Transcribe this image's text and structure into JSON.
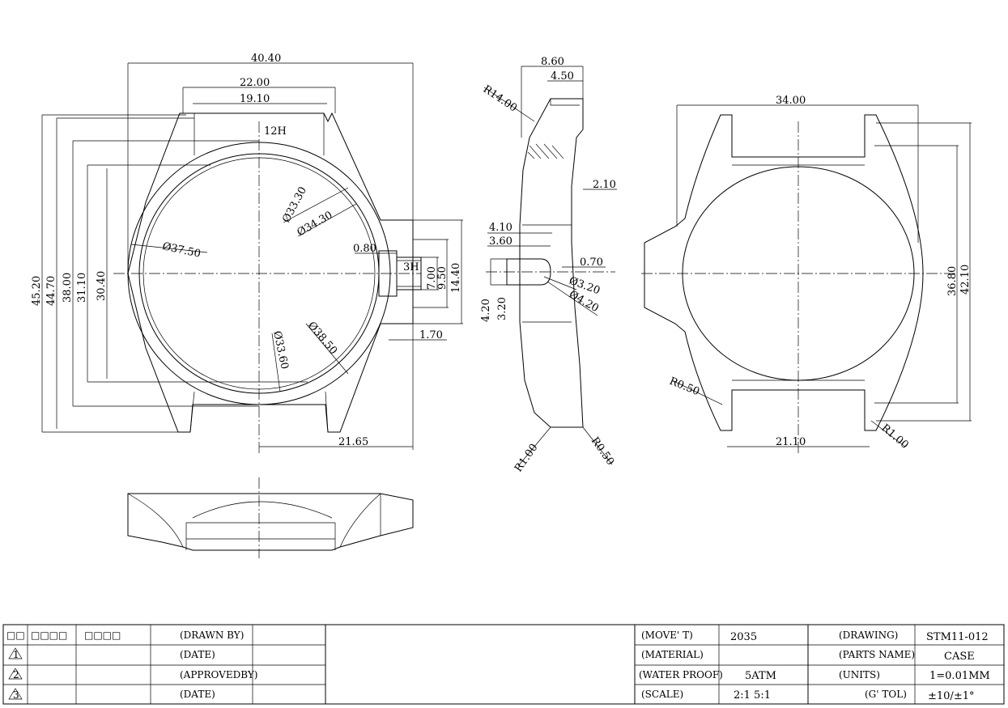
{
  "front_view": {
    "dims": {
      "overall_width": "40.40",
      "lug_outer": "22.00",
      "lug_inner": "19.10",
      "h_45_20": "45.20",
      "h_44_70": "44.70",
      "h_38_00": "38.00",
      "h_31_10": "31.10",
      "h_30_40": "30.40",
      "d_33_30": "Ø33.30",
      "d_34_30": "Ø34.30",
      "d_37_50": "Ø37.50",
      "d_38_50": "Ø38.50",
      "d_33_60": "Ø33.60",
      "crown_0_80": "0.80",
      "crown_7_00": "7.00",
      "crown_9_50": "9.50",
      "crown_14_40": "14.40",
      "crown_1_70": "1.70",
      "half_width": "21.65"
    },
    "labels": {
      "twelve": "12H",
      "three": "3H"
    }
  },
  "side_view": {
    "dims": {
      "thickness": "8.60",
      "bezel_w": "4.50",
      "r_14": "R14.00",
      "w_2_10": "2.10",
      "w_4_10": "4.10",
      "w_3_60": "3.60",
      "w_0_70": "0.70",
      "d_3_20": "Ø3.20",
      "d_4_20": "Ø4.20",
      "h_4_20": "4.20",
      "h_3_20": "3.20",
      "r_1_00": "R1.00",
      "r_0_50": "R0.50"
    }
  },
  "back_view": {
    "dims": {
      "width": "34.00",
      "h_36_80": "36.80",
      "h_42_10": "42.10",
      "lug_bottom": "21.10",
      "r_0_50": "R0.50",
      "r_1_00": "R1.00"
    }
  },
  "title_block": {
    "header": [
      "□□",
      "□□□□",
      "□□□□"
    ],
    "rev_marks": [
      "1",
      "2",
      "3"
    ],
    "left_labels": [
      "(DRAWN BY)",
      "(DATE)",
      "(APPROVEDBY)",
      "(DATE)"
    ],
    "spec_labels": [
      "(MOVE' T)",
      "(MATERIAL)",
      "(WATER PROOF)",
      "(SCALE)"
    ],
    "spec_values": [
      "2035",
      "",
      "5ATM",
      "2:1 5:1"
    ],
    "id_labels": [
      "(DRAWING)",
      "(PARTS NAME)",
      "(UNITS)",
      "(G' TOL)"
    ],
    "id_values": [
      "STM11-012",
      "CASE",
      "1=0.01MM",
      "±10/±1°"
    ]
  }
}
